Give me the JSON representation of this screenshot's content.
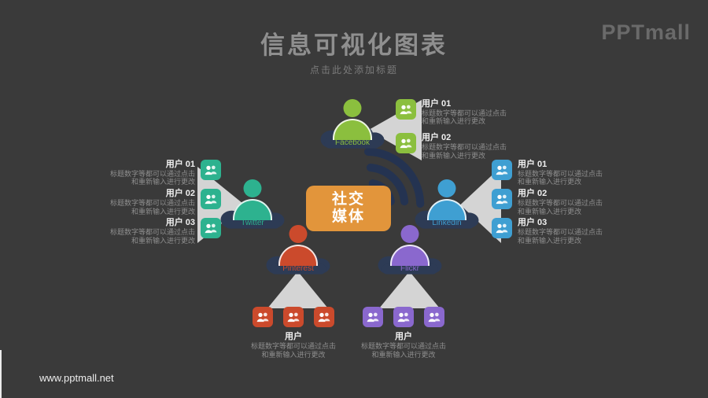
{
  "page": {
    "title": "信息可视化图表",
    "subtitle": "点击此处添加标题",
    "logo": "PPTmall",
    "website": "www.pptmall.net"
  },
  "center": {
    "line1": "社交",
    "line2": "媒体"
  },
  "desc": {
    "line1": "标题数字等都可以通过点击",
    "line2": "和重新输入进行更改"
  },
  "networks": {
    "facebook": {
      "label": "Facebook",
      "color": "#8bbf3e",
      "items": [
        {
          "title": "用户 01"
        },
        {
          "title": "用户 02"
        }
      ]
    },
    "twitter": {
      "label": "Twitter",
      "color": "#2db28f",
      "items": [
        {
          "title": "用户 01"
        },
        {
          "title": "用户 02"
        },
        {
          "title": "用户 03"
        }
      ]
    },
    "linkedin": {
      "label": "Linkedin",
      "color": "#3f9fd2",
      "items": [
        {
          "title": "用户 01"
        },
        {
          "title": "用户 02"
        },
        {
          "title": "用户 03"
        }
      ]
    },
    "pinterest": {
      "label": "Pinterest",
      "color": "#cb4a2c",
      "group_title": "用户"
    },
    "flickr": {
      "label": "Flickr",
      "color": "#8a68ce",
      "group_title": "用户"
    }
  },
  "icons": {
    "user_group": "two-person-silhouette",
    "person": "person-silhouette",
    "cloud": "cloud-shape",
    "wifi": "wifi-signal"
  },
  "colors": {
    "background": "#3a3a3a",
    "center_orange": "#e2953b",
    "cloud_navy": "#2d3b55",
    "wedge_gray": "#dcdcdc",
    "title_gray": "#8f8f8f",
    "desc_gray": "#8e8e8e"
  }
}
